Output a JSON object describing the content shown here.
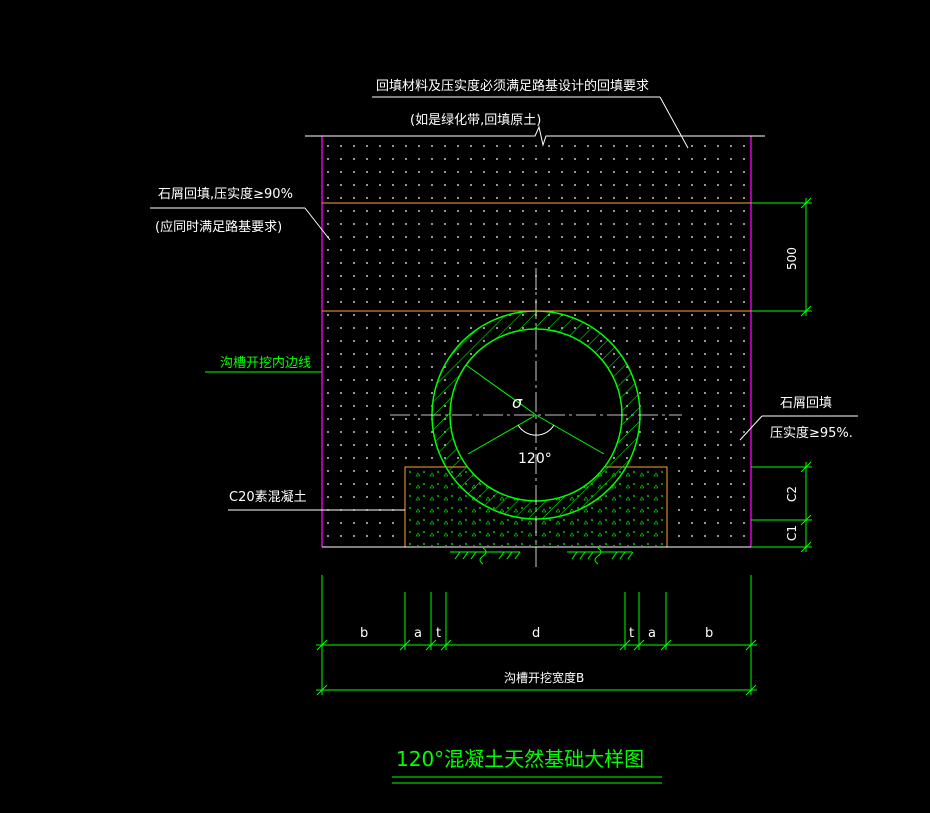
{
  "colors": {
    "background": "#000000",
    "white": "#ffffff",
    "green": "#00ff00",
    "magenta": "#ff00ff",
    "orange": "#ff9f3a"
  },
  "labels": {
    "backfill_top_1": "回填材料及压实度必须满足路基设计的回填要求",
    "backfill_top_2": "(如是绿化带,回填原土)",
    "gravel_90_1": "石屑回填,压实度≥90%",
    "gravel_90_2": "(应同时满足路基要求)",
    "trench_inner_edge": "沟槽开挖内边线",
    "gravel_95_1": "石屑回填",
    "gravel_95_2": "压实度≥95%.",
    "concrete": "C20素混凝土",
    "diameter_symbol": "σ",
    "angle": "120°",
    "dim_500": "500",
    "dim_c2": "C2",
    "dim_c1": "C1",
    "dim_b_left": "b",
    "dim_a_left": "a",
    "dim_t_left": "t",
    "dim_d": "d",
    "dim_t_right": "t",
    "dim_a_right": "a",
    "dim_b_right": "b",
    "trench_width": "沟槽开挖宽度B",
    "title": "120°混凝土天然基础大样图"
  }
}
